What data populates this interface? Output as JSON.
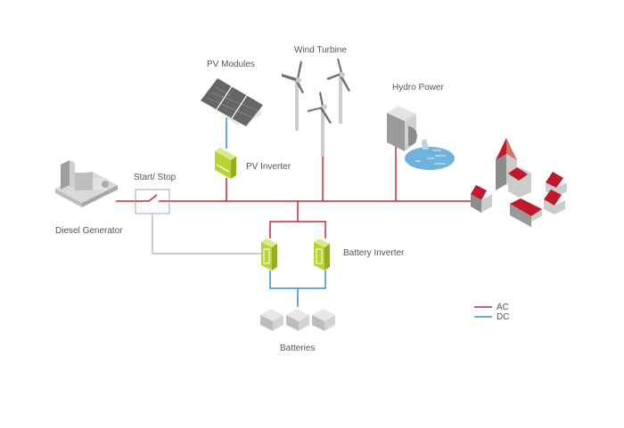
{
  "labels": {
    "pv_modules": "PV Modules",
    "wind_turbine": "Wind Turbine",
    "hydro_power": "Hydro Power",
    "pv_inverter": "PV Inverter",
    "start_stop": "Start/ Stop",
    "diesel_generator": "Diesel Generator",
    "battery_inverter": "Battery Inverter",
    "batteries": "Batteries"
  },
  "legend": [
    {
      "label": "AC",
      "color": "#c8283c"
    },
    {
      "label": "DC",
      "color": "#3b8fd0"
    }
  ],
  "colors": {
    "ac": "#c8283c",
    "dc": "#3b8fd0",
    "control": "#bbbbbb",
    "inverter": "#b9d432",
    "roof": "#c0192b",
    "water": "#6fb3dd"
  }
}
